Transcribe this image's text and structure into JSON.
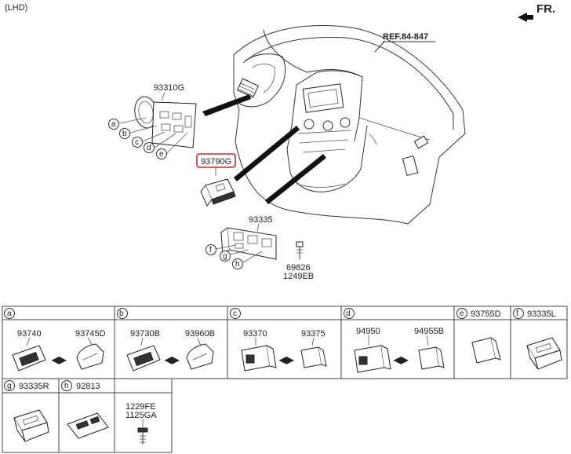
{
  "header": {
    "variant": "(LHD)",
    "direction": "FR.",
    "reference": "REF.84-847"
  },
  "callouts": {
    "bezel": "93310G",
    "highlighted": "93790G",
    "console_switch": "93335",
    "fastener_a": "69826",
    "fastener_b": "1249EB",
    "letters_left": [
      "a",
      "b",
      "c",
      "d",
      "e"
    ],
    "letters_lower": [
      "f",
      "g",
      "h"
    ]
  },
  "highlight_color": "#d9262c",
  "table": {
    "row1": [
      {
        "key": "a",
        "parts": [
          "93740",
          "93745D"
        ]
      },
      {
        "key": "b",
        "parts": [
          "93730B",
          "93960B"
        ]
      },
      {
        "key": "c",
        "parts": [
          "93370",
          "93375"
        ]
      },
      {
        "key": "d",
        "parts": [
          "94950",
          "94955B"
        ]
      },
      {
        "key": "e",
        "parts": [
          "93755D"
        ]
      },
      {
        "key": "f",
        "parts": [
          "93335L"
        ]
      }
    ],
    "row2": [
      {
        "key": "g",
        "parts": [
          "93335R"
        ]
      },
      {
        "key": "h",
        "parts": [
          "92813"
        ],
        "fasteners": [
          "1229FE",
          "1125GA"
        ]
      }
    ]
  }
}
